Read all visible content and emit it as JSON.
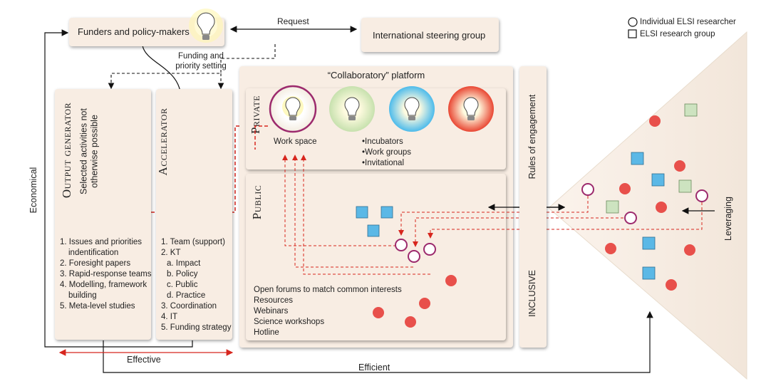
{
  "funders": {
    "label": "Funders and policy-makers"
  },
  "steering": {
    "label": "International steering group"
  },
  "request_label": "Request",
  "funding_label": [
    "Funding and",
    "priority setting"
  ],
  "output_generator": {
    "title": "Output generator",
    "subtitle": [
      "Selected activities not",
      "otherwise possible"
    ],
    "items": [
      "1. Issues and priorities",
      "    indentification",
      "2. Foresight papers",
      "3. Rapid-response teams",
      "4. Modelling, framework",
      "    building",
      "5. Meta-level studies"
    ]
  },
  "accelerator": {
    "title": "Accelerator",
    "items": [
      "1. Team (support)",
      "2. KT",
      "   a. Impact",
      "   b. Policy",
      "   c. Public",
      "   d. Practice",
      "3. Coordination",
      "4. IT",
      "5. Funding strategy"
    ]
  },
  "platform": {
    "title": "“Collaboratory” platform",
    "private_label": "Private",
    "public_label": "Public",
    "work_space": "Work space",
    "private_bullets": [
      "•Incubators",
      "•Work groups",
      "•Invitational"
    ],
    "public_items": [
      "Open forums to match common interests",
      "Resources",
      "Webinars",
      "Science workshops",
      "Hotline"
    ],
    "bulb_colors": [
      "#f7f3ec",
      "#cfe6b8",
      "#5fc2ec",
      "#ea4c38"
    ]
  },
  "side_panel": {
    "top": "Rules of engagement",
    "bottom": "INCLUSIVE"
  },
  "legend": {
    "circle": "Individual ELSI researcher",
    "square": "ELSI research group"
  },
  "labels": {
    "economical": "Economical",
    "effective": "Effective",
    "efficient": "Efficient",
    "leveraging": "Leveraging"
  },
  "colors": {
    "box": "#f8ede3",
    "red_dot": "#e8504b",
    "blue_square": "#5bb8e6",
    "green_square": "#cde3c0",
    "ring": "#9c2a6d",
    "dashed_red": "#d7261e"
  }
}
